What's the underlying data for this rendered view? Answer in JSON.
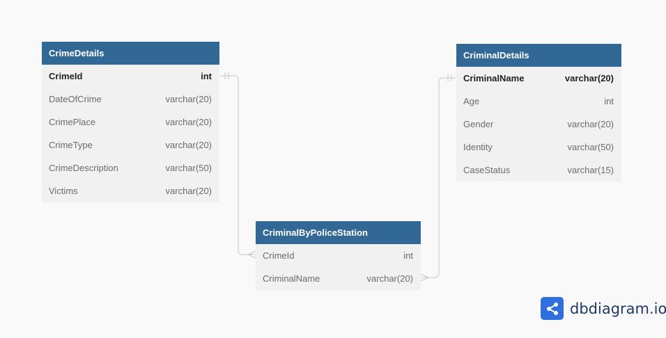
{
  "tables": {
    "crime_details": {
      "name": "CrimeDetails",
      "fields": [
        {
          "name": "CrimeId",
          "type": "int",
          "pk": true
        },
        {
          "name": "DateOfCrime",
          "type": "varchar(20)"
        },
        {
          "name": "CrimePlace",
          "type": "varchar(20)"
        },
        {
          "name": "CrimeType",
          "type": "varchar(20)"
        },
        {
          "name": "CrimeDescription",
          "type": "varchar(50)"
        },
        {
          "name": "Victims",
          "type": "varchar(20)"
        }
      ]
    },
    "criminal_details": {
      "name": "CriminalDetails",
      "fields": [
        {
          "name": "CriminalName",
          "type": "varchar(20)",
          "pk": true
        },
        {
          "name": "Age",
          "type": "int"
        },
        {
          "name": "Gender",
          "type": "varchar(20)"
        },
        {
          "name": "Identity",
          "type": "varchar(50)"
        },
        {
          "name": "CaseStatus",
          "type": "varchar(15)"
        }
      ]
    },
    "criminal_by_police_station": {
      "name": "CriminalByPoliceStation",
      "fields": [
        {
          "name": "CrimeId",
          "type": "int"
        },
        {
          "name": "CriminalName",
          "type": "varchar(20)"
        }
      ]
    }
  },
  "colors": {
    "header": "#316896",
    "body": "#f1f1f2",
    "connector": "#c8c8cc",
    "brand": "#2f6fe0"
  },
  "brand": {
    "logo_text": "dbdiagram.io",
    "icon": "share-nodes-icon"
  }
}
